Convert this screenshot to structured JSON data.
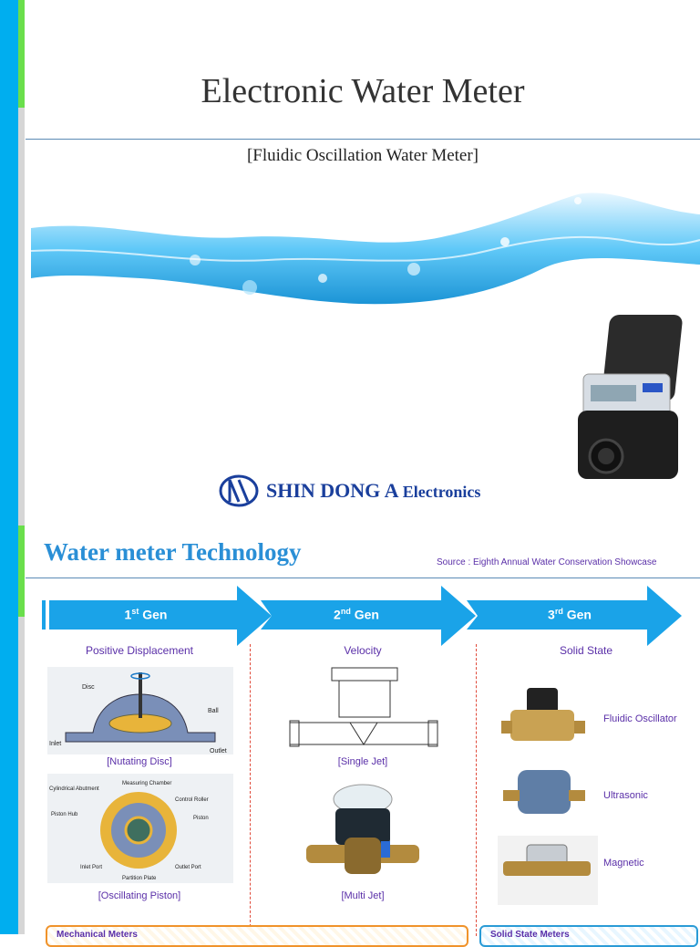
{
  "slide1": {
    "title": "Electronic Water Meter",
    "subtitle": "[Fluidic Oscillation Water Meter]",
    "logo": {
      "name_main": "SHIN DONG A ",
      "name_small": "Electronics"
    }
  },
  "slide2": {
    "heading": "Water meter Technology",
    "source": "Source : Eighth Annual Water Conservation Showcase",
    "generations": [
      {
        "prefix": "1",
        "sup": "st",
        "suffix": " Gen",
        "category": "Positive Displacement"
      },
      {
        "prefix": "2",
        "sup": "nd",
        "suffix": " Gen",
        "category": "Velocity"
      },
      {
        "prefix": "3",
        "sup": "rd",
        "suffix": " Gen",
        "category": "Solid State"
      }
    ],
    "captions": {
      "nutating": "[Nutating Disc]",
      "oscillating": "[Oscillating Piston]",
      "single_jet": "[Single Jet]",
      "multi_jet": "[Multi Jet]"
    },
    "diagram_labels": {
      "disc": "Disc",
      "ball": "Ball",
      "inlet": "Inlet",
      "outlet": "Outlet",
      "measuring_chamber": "Measuring Chamber",
      "cylindrical_abutment": "Cylindrical Abutment",
      "control_roller": "Control Roller",
      "piston_hub": "Piston Hub",
      "piston": "Piston",
      "inlet_port": "Inlet Port",
      "outlet_port": "Outlet Port",
      "partition_plate": "Partition Plate"
    },
    "solid_state": {
      "fluidic": "Fluidic Oscillator",
      "ultrasonic": "Ultrasonic",
      "magnetic": "Magnetic"
    },
    "bottom": {
      "mechanical": "Mechanical Meters",
      "solid_state": "Solid State Meters"
    }
  }
}
